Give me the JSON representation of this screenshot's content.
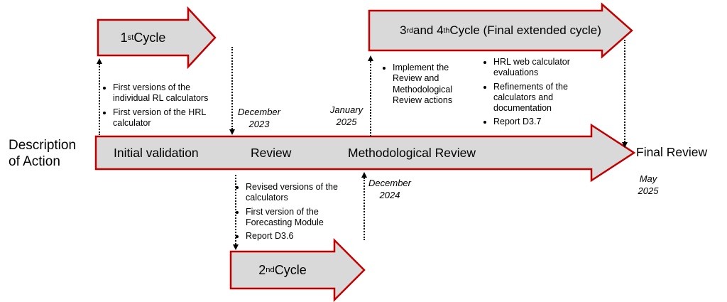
{
  "colors": {
    "arrow_fill": "#d9d9d9",
    "arrow_border": "#c00000",
    "connector": "#000000",
    "text": "#000000"
  },
  "description_label": {
    "line1": "Description",
    "line2": "of Action"
  },
  "timeline": {
    "phase1": "Initial validation",
    "phase2": "Review",
    "phase3": "Methodological Review",
    "end_label": "Final Review"
  },
  "cycle1": {
    "num": "1",
    "sup": "st",
    "rest": " Cycle"
  },
  "cycle2": {
    "num": "2",
    "sup": "nd",
    "rest": " Cycle"
  },
  "cycle34": {
    "p1": "3",
    "s1": "rd",
    "p2": " and 4",
    "s2": "th",
    "p3": " Cycle (Final extended cycle)"
  },
  "dates": {
    "dec2023": {
      "line1": "December",
      "line2": "2023"
    },
    "jan2025": {
      "line1": "January",
      "line2": "2025"
    },
    "dec2024": {
      "line1": "December",
      "line2": "2024"
    },
    "may2025": {
      "line1": "May",
      "line2": "2025"
    }
  },
  "notes": {
    "cycle1_outputs": {
      "items": [
        "First versions of the individual RL calculators",
        "First version of the HRL calculator"
      ]
    },
    "cycle34_actions": {
      "items": [
        "Implement the Review and Methodological Review actions"
      ]
    },
    "cycle34_outputs": {
      "items": [
        "HRL web calculator evaluations",
        "Refinements of the calculators and documentation",
        "Report D3.7"
      ]
    },
    "cycle2_outputs": {
      "items": [
        "Revised versions of the calculators",
        "First version of the Forecasting Module",
        "Report D3.6"
      ]
    }
  }
}
